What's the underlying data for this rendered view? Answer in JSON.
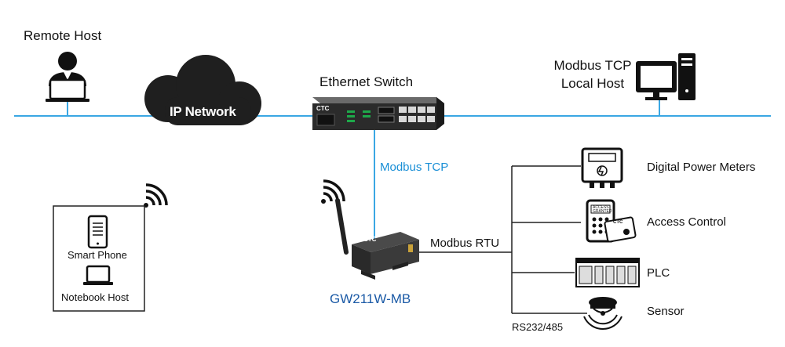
{
  "diagram": {
    "remote_host": "Remote Host",
    "ip_network": "IP Network",
    "ethernet_switch": "Ethernet Switch",
    "local_host_line1": "Modbus TCP",
    "local_host_line2": "Local Host",
    "modbus_tcp": "Modbus TCP",
    "gateway": "GW211W-MB",
    "modbus_rtu": "Modbus RTU",
    "rs_label": "RS232/485",
    "smart_phone": "Smart Phone",
    "notebook_host": "Notebook Host",
    "switch_brand": "CTC",
    "gateway_brand": "CTC",
    "access_card_text_1": "ACCESS",
    "access_card_text_2": "GRANTED",
    "access_card_brand": "CTC",
    "devices": [
      {
        "label": "Digital Power Meters",
        "icon": "power-meter-icon"
      },
      {
        "label": "Access Control",
        "icon": "access-control-icon"
      },
      {
        "label": "PLC",
        "icon": "plc-icon"
      },
      {
        "label": "Sensor",
        "icon": "sensor-icon"
      }
    ],
    "colors": {
      "network_line": "#3aa7e3",
      "serial_line": "#222222",
      "cloud": "#1f1f1f",
      "gateway_label": "#1b5aa6",
      "modbus_tcp_label": "#1a8fd6"
    }
  }
}
